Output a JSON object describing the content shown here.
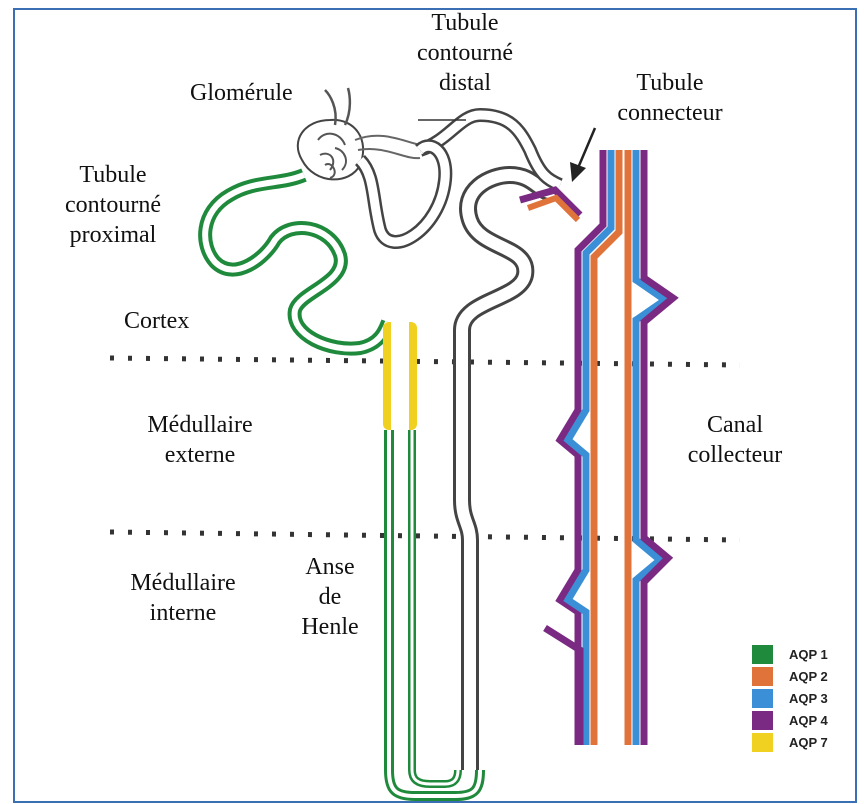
{
  "labels": {
    "glomerule": "Glomérule",
    "tcd": [
      "Tubule",
      "contourné",
      "distal"
    ],
    "connecteur": [
      "Tubule",
      "connecteur"
    ],
    "tcp": [
      "Tubule",
      "contourné",
      "proximal"
    ],
    "cortex": "Cortex",
    "med_ext": [
      "Médullaire",
      "externe"
    ],
    "med_int": [
      "Médullaire",
      "interne"
    ],
    "anse": [
      "Anse",
      "de",
      "Henle"
    ],
    "canal": [
      "Canal",
      "collecteur"
    ]
  },
  "legend": [
    {
      "label": "AQP 1",
      "color": "#1f8a3c"
    },
    {
      "label": "AQP 2",
      "color": "#e0733a"
    },
    {
      "label": "AQP 3",
      "color": "#3a8fd6"
    },
    {
      "label": "AQP 4",
      "color": "#7a2a82"
    },
    {
      "label": "AQP 7",
      "color": "#f0d020"
    }
  ]
}
